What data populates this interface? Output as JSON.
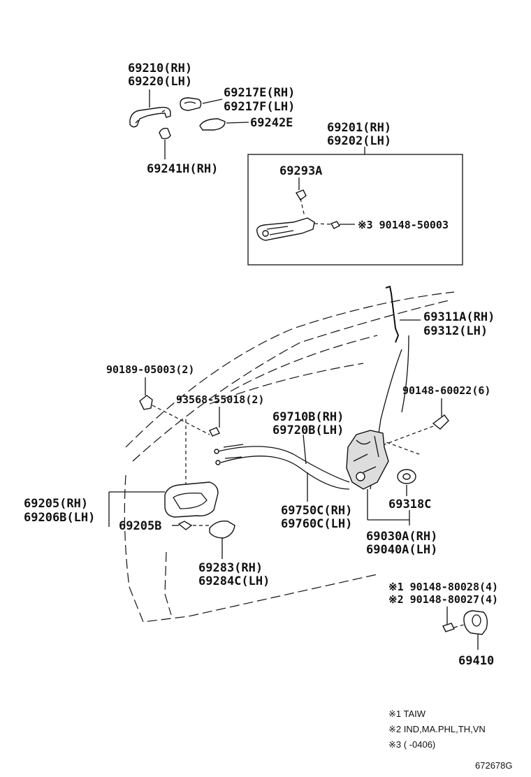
{
  "labels": {
    "p69210": "69210(RH)",
    "p69220": "69220(LH)",
    "p69217E": "69217E(RH)",
    "p69217F": "69217F(LH)",
    "p69242E": "69242E",
    "p69241H": "69241H(RH)",
    "p69201": "69201(RH)",
    "p69202": "69202(LH)",
    "p69293A": "69293A",
    "p90148_50003": "※3 90148-50003",
    "p69311A": "69311A(RH)",
    "p69312": "69312(LH)",
    "p90189": "90189-05003(2)",
    "p93568": "93568-55018(2)",
    "p90148_60022": "90148-60022(6)",
    "p69710B": "69710B(RH)",
    "p69720B": "69720B(LH)",
    "p69205": "69205(RH)",
    "p69206B": "69206B(LH)",
    "p69205B": "69205B",
    "p69750C": "69750C(RH)",
    "p69760C": "69760C(LH)",
    "p69318C": "69318C",
    "p69030A": "69030A(RH)",
    "p69040A": "69040A(LH)",
    "p69283": "69283(RH)",
    "p69284C": "69284C(LH)",
    "p90148_80028": "※1 90148-80028(4)",
    "p90148_80027": "※2 90148-80027(4)",
    "p69410": "69410"
  },
  "notes": {
    "n1": "※1 TAIW",
    "n2": "※2 IND,MA.PHL,TH,VN",
    "n3": "※3 (      -0406)"
  },
  "diagram_id": "672678G"
}
